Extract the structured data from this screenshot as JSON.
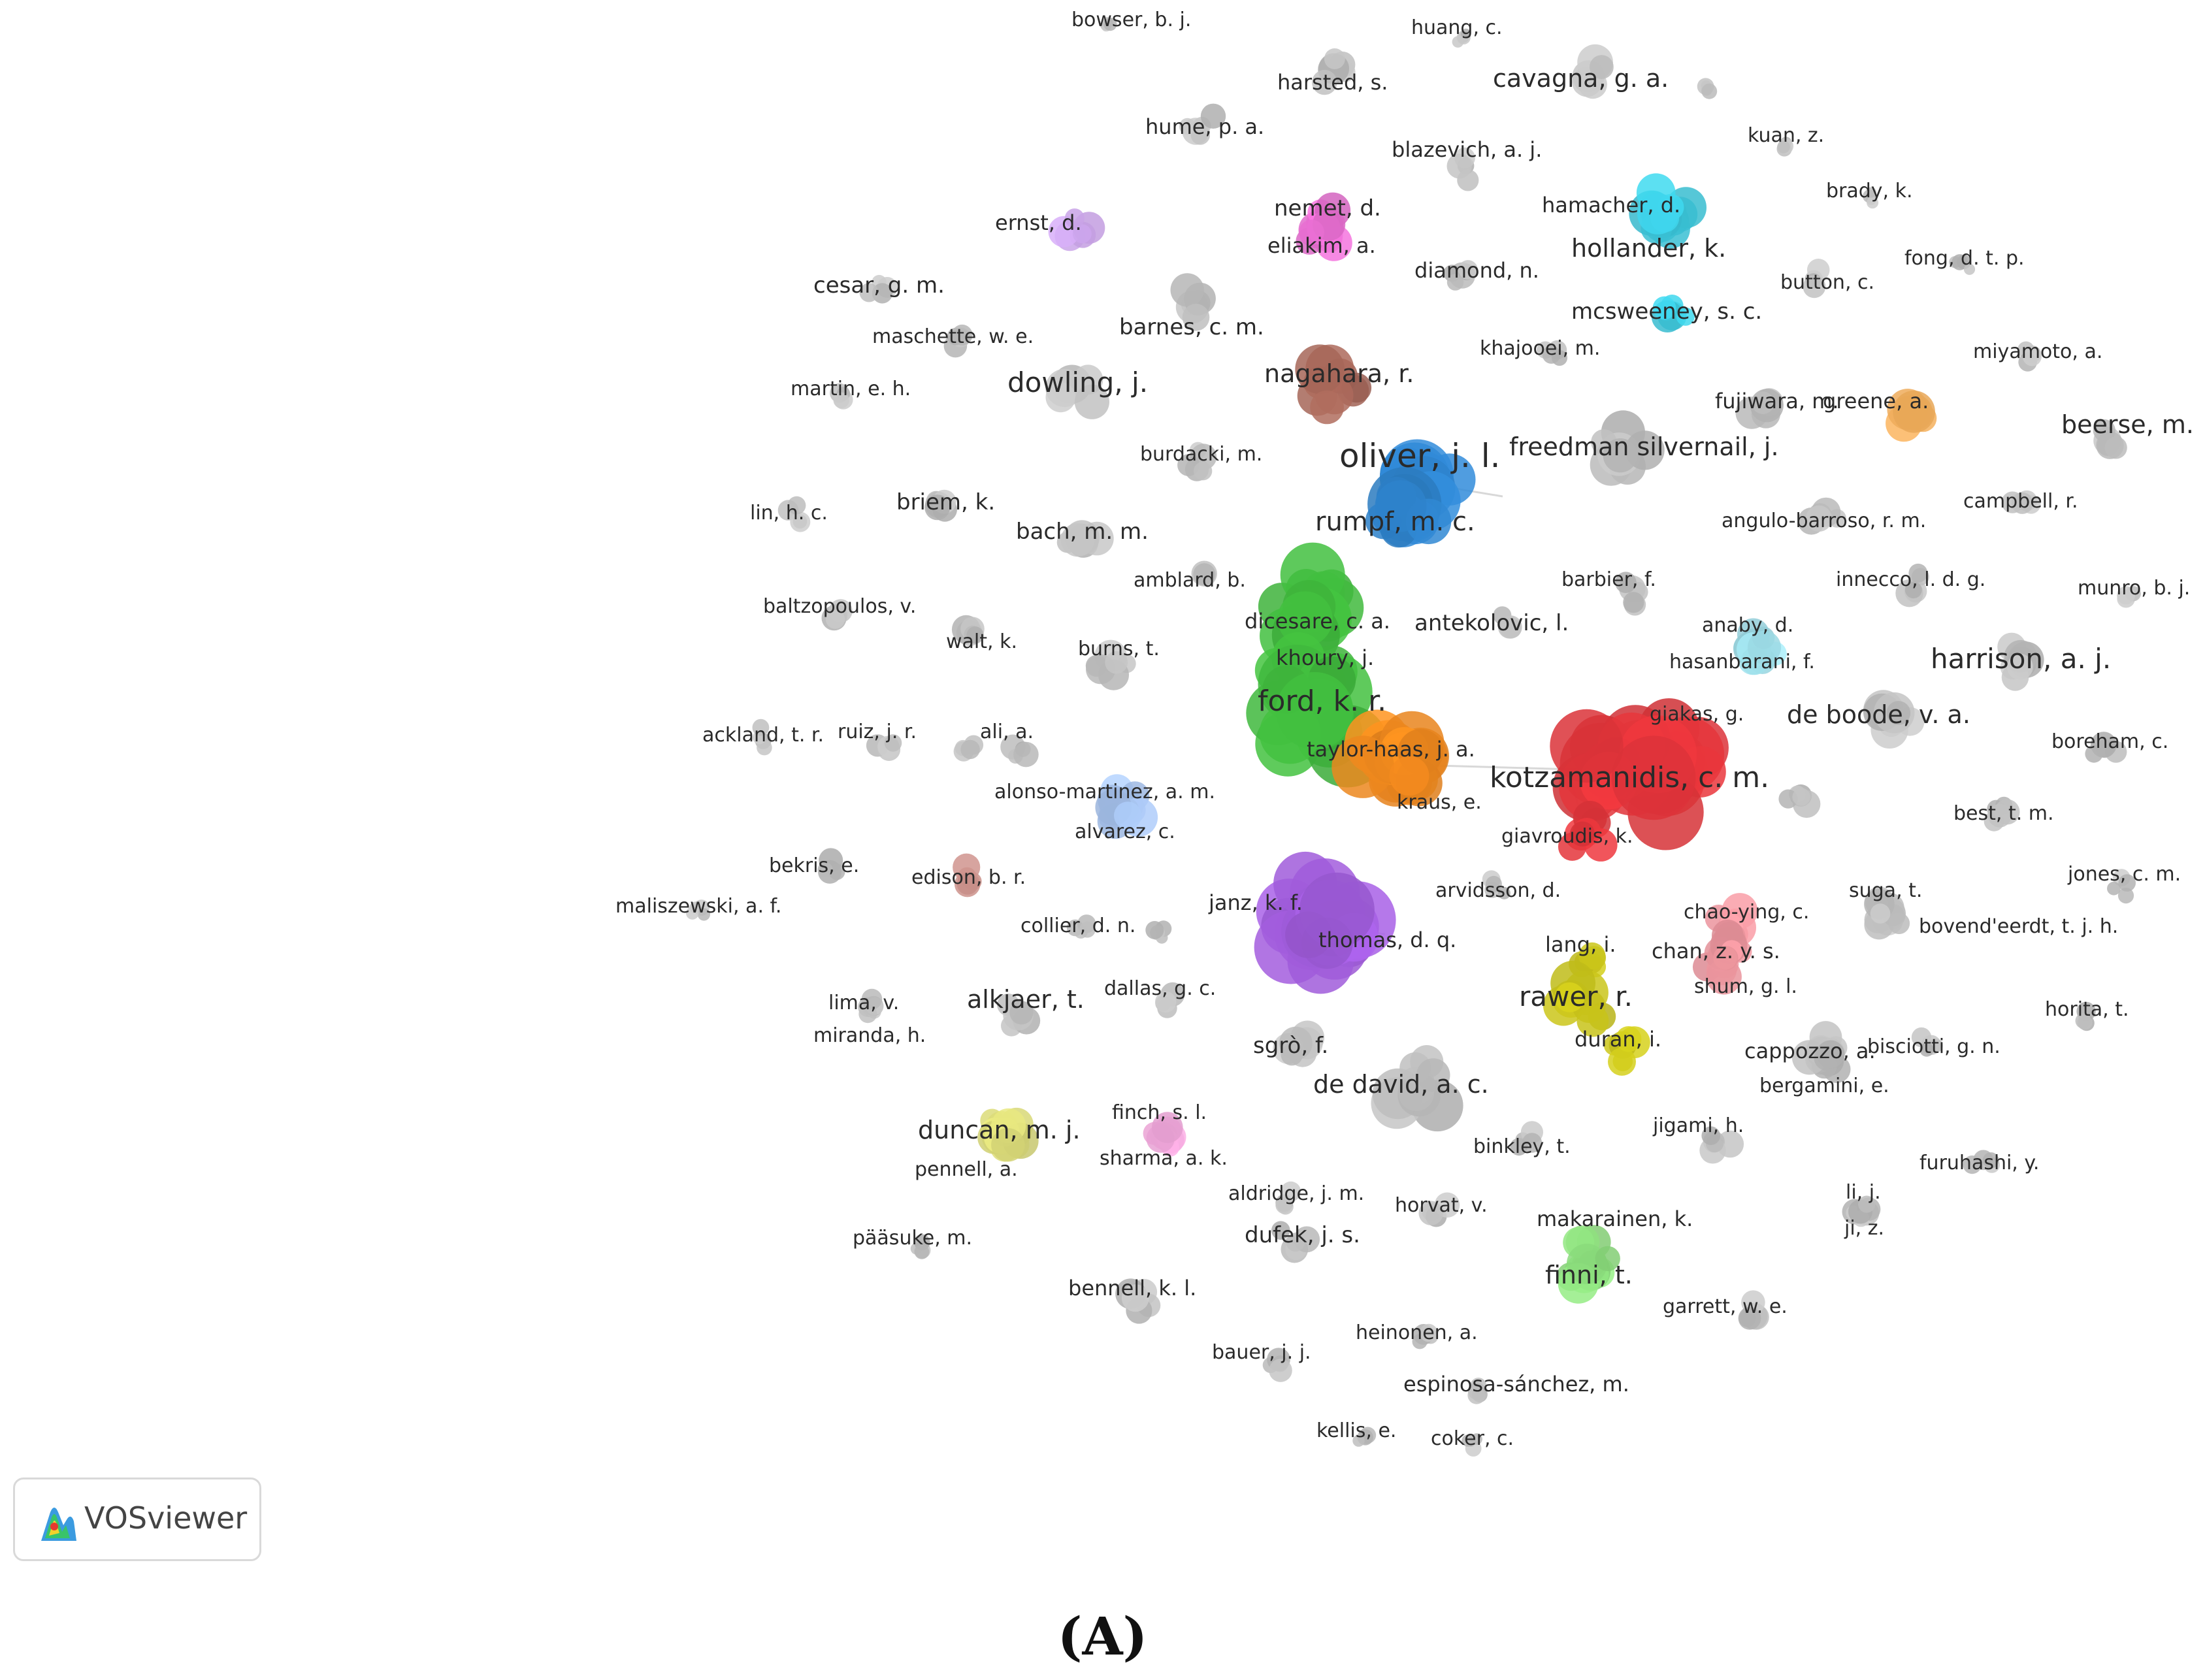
{
  "colors": {
    "grey": "#bfbfbf",
    "blue": "#2f86d1",
    "red": "#e5353b",
    "green": "#3fb63c",
    "orange": "#f28a1e",
    "brown": "#a9685a",
    "pink": "#ea6fd4",
    "cyan": "#3ccbe0",
    "lightorange": "#f8b35e",
    "lavender": "#c9a3e8",
    "purple": "#a45ee0",
    "olive": "#c9c41a",
    "lightgreen": "#8ee07e",
    "rose": "#f49aa3",
    "lightblue": "#a9c6f2",
    "paleblue": "#9fdfea",
    "dustypink": "#d99b94",
    "lightpink": "#f2a8dc",
    "paleyellow": "#dede7a"
  },
  "nodes": [
    {
      "label": "bowser, b. j.",
      "color": "grey"
    },
    {
      "label": "huang, c.",
      "color": "grey"
    },
    {
      "label": "harsted, s.",
      "color": "grey"
    },
    {
      "label": "cavagna, g. a.",
      "color": "grey"
    },
    {
      "label": "hume, p. a.",
      "color": "grey"
    },
    {
      "label": "blazevich, a. j.",
      "color": "grey"
    },
    {
      "label": "kuan, z.",
      "color": "grey"
    },
    {
      "label": "brady, k.",
      "color": "grey"
    },
    {
      "label": "ernst, d.",
      "color": "lavender"
    },
    {
      "label": "nemet, d.",
      "color": "pink"
    },
    {
      "label": "eliakim, a.",
      "color": "pink"
    },
    {
      "label": "hamacher, d.",
      "color": "cyan"
    },
    {
      "label": "hollander, k.",
      "color": "cyan"
    },
    {
      "label": "diamond, n.",
      "color": "grey"
    },
    {
      "label": "fong, d. t. p.",
      "color": "grey"
    },
    {
      "label": "button, c.",
      "color": "grey"
    },
    {
      "label": "cesar, g. m.",
      "color": "grey"
    },
    {
      "label": "mcsweeney, s. c.",
      "color": "cyan"
    },
    {
      "label": "maschette, w. e.",
      "color": "grey"
    },
    {
      "label": "barnes, c. m.",
      "color": "grey"
    },
    {
      "label": "khajooei, m.",
      "color": "grey"
    },
    {
      "label": "miyamoto, a.",
      "color": "grey"
    },
    {
      "label": "martin, e. h.",
      "color": "grey"
    },
    {
      "label": "dowling, j.",
      "color": "grey"
    },
    {
      "label": "nagahara, r.",
      "color": "brown"
    },
    {
      "label": "fujiwara, m.",
      "color": "grey"
    },
    {
      "label": "greene, a.",
      "color": "lightorange"
    },
    {
      "label": "beerse, m.",
      "color": "grey"
    },
    {
      "label": "burdacki, m.",
      "color": "grey"
    },
    {
      "label": "oliver, j. l.",
      "color": "blue"
    },
    {
      "label": "freedman silvernail, j.",
      "color": "grey"
    },
    {
      "label": "briem, k.",
      "color": "grey"
    },
    {
      "label": "lin, h. c.",
      "color": "grey"
    },
    {
      "label": "rumpf, m. c.",
      "color": "blue"
    },
    {
      "label": "campbell, r.",
      "color": "grey"
    },
    {
      "label": "bach, m. m.",
      "color": "grey"
    },
    {
      "label": "angulo-barroso, r. m.",
      "color": "grey"
    },
    {
      "label": "amblard, b.",
      "color": "grey"
    },
    {
      "label": "barbier, f.",
      "color": "grey"
    },
    {
      "label": "innecco, l. d. g.",
      "color": "grey"
    },
    {
      "label": "munro, b. j.",
      "color": "grey"
    },
    {
      "label": "baltzopoulos, v.",
      "color": "grey"
    },
    {
      "label": "dicesare, c. a.",
      "color": "green"
    },
    {
      "label": "antekolovic, l.",
      "color": "grey"
    },
    {
      "label": "anaby, d.",
      "color": "paleblue"
    },
    {
      "label": "walt, k.",
      "color": "grey"
    },
    {
      "label": "burns, t.",
      "color": "grey"
    },
    {
      "label": "khoury, j.",
      "color": "green"
    },
    {
      "label": "hasanbarani, f.",
      "color": "paleblue"
    },
    {
      "label": "harrison, a. j.",
      "color": "grey"
    },
    {
      "label": "ford, k. r.",
      "color": "green"
    },
    {
      "label": "giakas, g.",
      "color": "red"
    },
    {
      "label": "de boode, v. a.",
      "color": "grey"
    },
    {
      "label": "ackland, t. r.",
      "color": "grey"
    },
    {
      "label": "ruiz, j. r.",
      "color": "grey"
    },
    {
      "label": "ali, a.",
      "color": "grey"
    },
    {
      "label": "taylor-haas, j. a.",
      "color": "orange"
    },
    {
      "label": "boreham, c.",
      "color": "grey"
    },
    {
      "label": "kotzamanidis, c. m.",
      "color": "red"
    },
    {
      "label": "alonso-martinez, a. m.",
      "color": "lightblue"
    },
    {
      "label": "kraus, e.",
      "color": "orange"
    },
    {
      "label": "alvarez, c.",
      "color": "lightblue"
    },
    {
      "label": "best, t. m.",
      "color": "grey"
    },
    {
      "label": "giavroudis, k.",
      "color": "red"
    },
    {
      "label": "bekris, e.",
      "color": "grey"
    },
    {
      "label": "edison, b. r.",
      "color": "dustypink"
    },
    {
      "label": "jones, c. m.",
      "color": "grey"
    },
    {
      "label": "arvidsson, d.",
      "color": "grey"
    },
    {
      "label": "suga, t.",
      "color": "grey"
    },
    {
      "label": "maliszewski, a. f.",
      "color": "grey"
    },
    {
      "label": "janz, k. f.",
      "color": "purple"
    },
    {
      "label": "chao-ying, c.",
      "color": "rose"
    },
    {
      "label": "collier, d. n.",
      "color": "grey"
    },
    {
      "label": "bovend'eerdt, t. j. h.",
      "color": "grey"
    },
    {
      "label": "thomas, d. q.",
      "color": "purple"
    },
    {
      "label": "lang, i.",
      "color": "olive"
    },
    {
      "label": "chan, z. y. s.",
      "color": "rose"
    },
    {
      "label": "shum, g. l.",
      "color": "rose"
    },
    {
      "label": "dallas, g. c.",
      "color": "grey"
    },
    {
      "label": "lima, v.",
      "color": "grey"
    },
    {
      "label": "alkjaer, t.",
      "color": "grey"
    },
    {
      "label": "rawer, r.",
      "color": "olive"
    },
    {
      "label": "horita, t.",
      "color": "grey"
    },
    {
      "label": "miranda, h.",
      "color": "grey"
    },
    {
      "label": "duran, i.",
      "color": "olive"
    },
    {
      "label": "cappozzo, a.",
      "color": "grey"
    },
    {
      "label": "bisciotti, g. n.",
      "color": "grey"
    },
    {
      "label": "sgrò, f.",
      "color": "grey"
    },
    {
      "label": "de david, a. c.",
      "color": "grey"
    },
    {
      "label": "bergamini, e.",
      "color": "grey"
    },
    {
      "label": "finch, s. l.",
      "color": "lightpink"
    },
    {
      "label": "duncan, m. j.",
      "color": "paleyellow"
    },
    {
      "label": "jigami, h.",
      "color": "grey"
    },
    {
      "label": "sharma, a. k.",
      "color": "lightpink"
    },
    {
      "label": "binkley, t.",
      "color": "grey"
    },
    {
      "label": "furuhashi, y.",
      "color": "grey"
    },
    {
      "label": "pennell, a.",
      "color": "paleyellow"
    },
    {
      "label": "li, j.",
      "color": "grey"
    },
    {
      "label": "aldridge, j. m.",
      "color": "grey"
    },
    {
      "label": "horvat, v.",
      "color": "grey"
    },
    {
      "label": "makarainen, k.",
      "color": "lightgreen"
    },
    {
      "label": "ji, z.",
      "color": "grey"
    },
    {
      "label": "dufek, j. s.",
      "color": "grey"
    },
    {
      "label": "pääsuke, m.",
      "color": "grey"
    },
    {
      "label": "finni, t.",
      "color": "lightgreen"
    },
    {
      "label": "bennell, k. l.",
      "color": "grey"
    },
    {
      "label": "garrett, w. e.",
      "color": "grey"
    },
    {
      "label": "heinonen, a.",
      "color": "grey"
    },
    {
      "label": "bauer, j. j.",
      "color": "grey"
    },
    {
      "label": "espinosa-sánchez, m.",
      "color": "grey"
    },
    {
      "label": "kellis, e.",
      "color": "grey"
    },
    {
      "label": "coker, c.",
      "color": "grey"
    }
  ],
  "logo": {
    "text": "VOSviewer"
  },
  "panel_label": "(A)"
}
